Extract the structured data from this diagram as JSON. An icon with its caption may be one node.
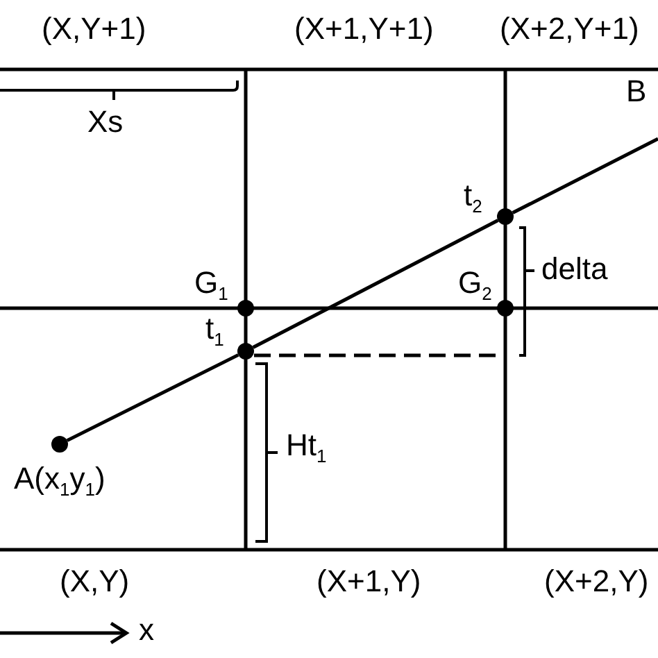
{
  "diagram": {
    "nodes": [
      {
        "text": [],
        "shape": "circle",
        "beside": [
          "A(x$_{1}$y$_{1}$)"
        ]
      },
      {
        "text": [],
        "shape": "circle",
        "beside": [
          "t$_{1}$"
        ]
      },
      {
        "text": [],
        "shape": "circle",
        "beside": [
          "G$_{1}$"
        ]
      },
      {
        "text": [],
        "shape": "circle",
        "beside": [
          "t$_{2}$"
        ]
      },
      {
        "text": [],
        "shape": "circle",
        "beside": [
          "G$_{2}$"
        ]
      }
    ],
    "edges": [
      {
        "from": 0,
        "to": 1,
        "arrow": "none"
      },
      {
        "from": 1,
        "to": 3,
        "arrow": "none"
      },
      {
        "from": 3,
        "to": null,
        "arrow": "none"
      },
      {
        "from": 1,
        "to": null,
        "arrow": "none",
        "style": "dashed"
      }
    ],
    "labels": [
      "(X,Y+1)",
      "(X+1,Y+1)",
      "(X+2,Y+1)",
      "Xs",
      "B",
      "delta",
      "Ht$_{1}$",
      "(X,Y)",
      "(X+1,Y)",
      "(X+2,Y)",
      "x"
    ]
  }
}
